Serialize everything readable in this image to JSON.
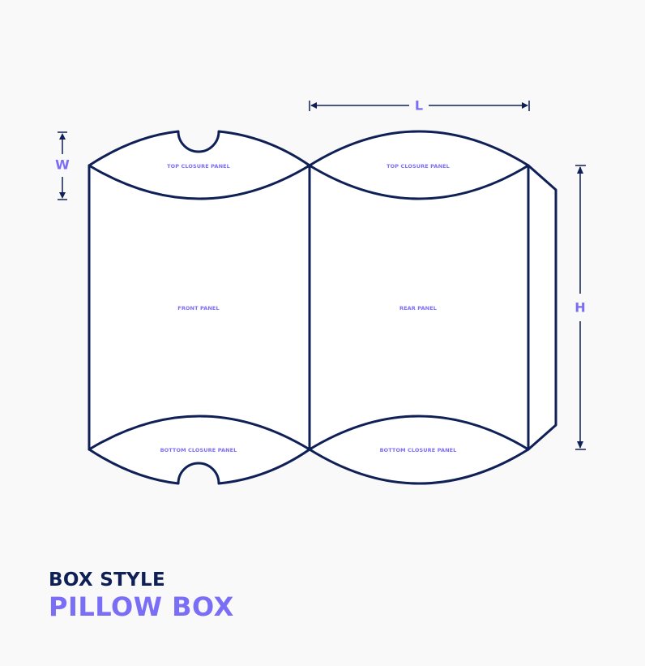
{
  "colors": {
    "background": "#f9f9f9",
    "line": "#0f2057",
    "accent": "#7b6ef6",
    "panel_fill": "#ffffff"
  },
  "dimensions": {
    "width_label": "W",
    "length_label": "L",
    "height_label": "H"
  },
  "panels": {
    "front_top": "TOP CLOSURE PANEL",
    "rear_top": "TOP CLOSURE PANEL",
    "front": "FRONT PANEL",
    "rear": "REAR PANEL",
    "front_bottom": "BOTTOM CLOSURE PANEL",
    "rear_bottom": "BOTTOM CLOSURE PANEL"
  },
  "title": {
    "heading": "BOX STYLE",
    "name": "PILLOW BOX"
  }
}
